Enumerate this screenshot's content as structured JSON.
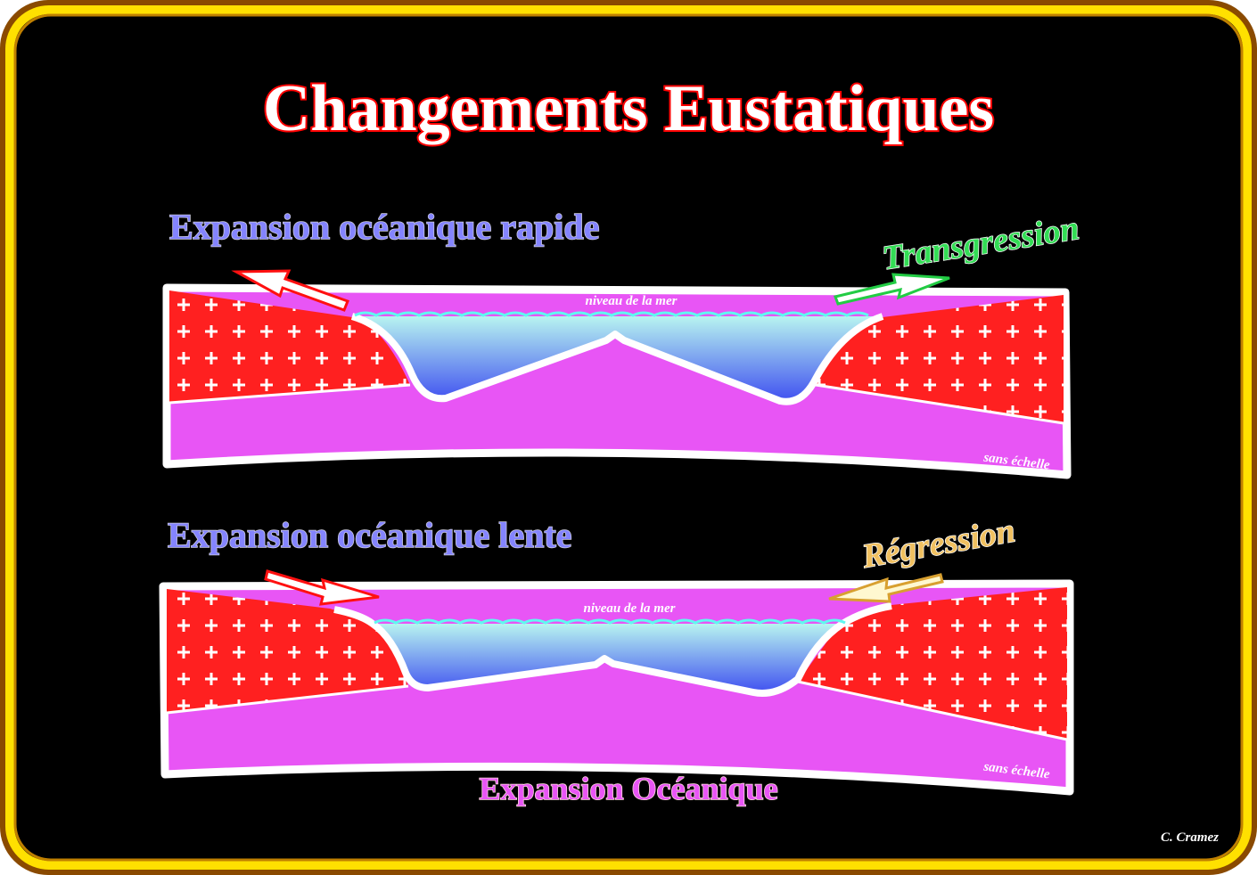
{
  "title": "Changements Eustatiques",
  "panels": [
    {
      "heading": "Expansion océanique rapide",
      "process": "Transgression",
      "sea_level_label": "niveau de la mer",
      "scale_note": "sans échelle"
    },
    {
      "heading": "Expansion océanique lente",
      "process": "Régression",
      "sea_level_label": "niveau de la mer",
      "scale_note": "sans échelle"
    }
  ],
  "footer_label": "Expansion Océanique",
  "credit": "C. Cramez",
  "colors": {
    "crust": "#ff2020",
    "mantle": "#e855f5",
    "water_top": "#b0f0f0",
    "water_bottom": "#4a55f0",
    "heading": "#8080ff",
    "transgression": "#33dd55",
    "regression": "#f0c060",
    "title_stroke": "#ff0000"
  }
}
